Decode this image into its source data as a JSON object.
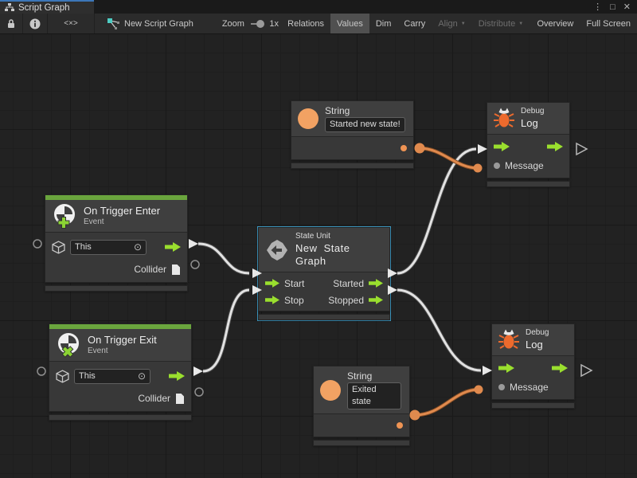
{
  "window": {
    "tab_title": "Script Graph",
    "icons": {
      "more": "⋮",
      "maximize": "□",
      "close": "✕"
    }
  },
  "toolbar": {
    "code_icon_glyph": "<×>",
    "graph_name": "New Script Graph",
    "zoom_label": "Zoom",
    "zoom_value": "1x",
    "buttons": {
      "relations": "Relations",
      "values": "Values",
      "dim": "Dim",
      "carry": "Carry",
      "align": "Align",
      "distribute": "Distribute",
      "overview": "Overview",
      "fullscreen": "Full Screen"
    },
    "dropdown_arrow": "▼"
  },
  "nodes": {
    "string_top": {
      "type": "String",
      "value": "Started new state!"
    },
    "string_bottom": {
      "type": "String",
      "value": "Exited state"
    },
    "debug_top": {
      "category": "Debug",
      "title": "Log",
      "input_label": "Message"
    },
    "debug_bottom": {
      "category": "Debug",
      "title": "Log",
      "input_label": "Message"
    },
    "trigger_enter": {
      "title": "On Trigger Enter",
      "subtitle": "Event",
      "target_value": "This",
      "target_icon": "⊙",
      "output_label": "Collider"
    },
    "trigger_exit": {
      "title": "On Trigger Exit",
      "subtitle": "Event",
      "target_value": "This",
      "target_icon": "⊙",
      "output_label": "Collider"
    },
    "state_unit": {
      "category": "State Unit",
      "title": "New State Graph",
      "ports": {
        "in1": "Start",
        "in2": "Stop",
        "out1": "Started",
        "out2": "Stopped"
      }
    }
  },
  "colors": {
    "accent_blue": "#3c76b8",
    "selection_teal": "#3e9cc6",
    "flow_green": "#9adf2e",
    "event_green_bar": "#6aa53d",
    "value_orange": "#e08a4e",
    "string_icon_orange": "#f2a263",
    "bug_orange": "#ed6a2d",
    "canvas_bg": "#222222"
  }
}
